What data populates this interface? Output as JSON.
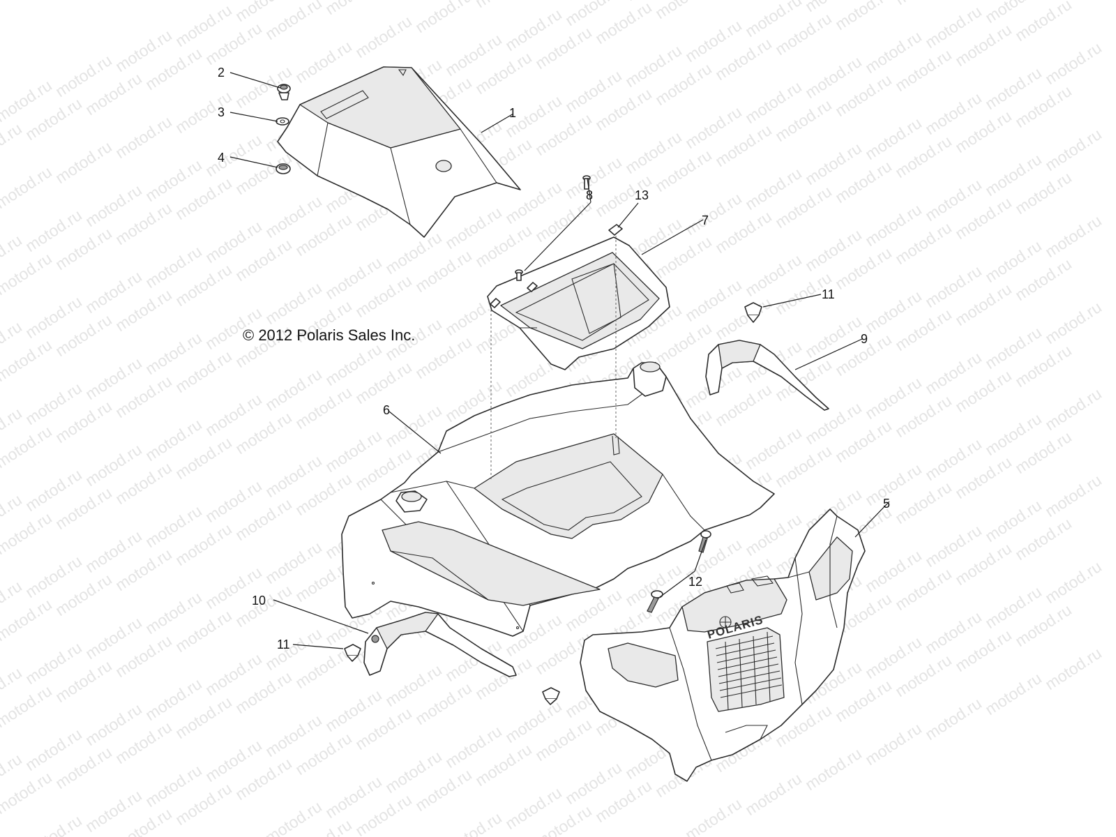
{
  "copyright": "© 2012 Polaris Sales Inc.",
  "watermark": "motod.ru",
  "brand_logo": "POLARIS",
  "callouts": [
    "1",
    "2",
    "3",
    "4",
    "5",
    "6",
    "7",
    "8",
    "9",
    "10",
    "11",
    "11",
    "12",
    "13"
  ],
  "colors": {
    "line": "#2a2a2a",
    "watermark": "#e4e4e4",
    "background": "#ffffff"
  }
}
